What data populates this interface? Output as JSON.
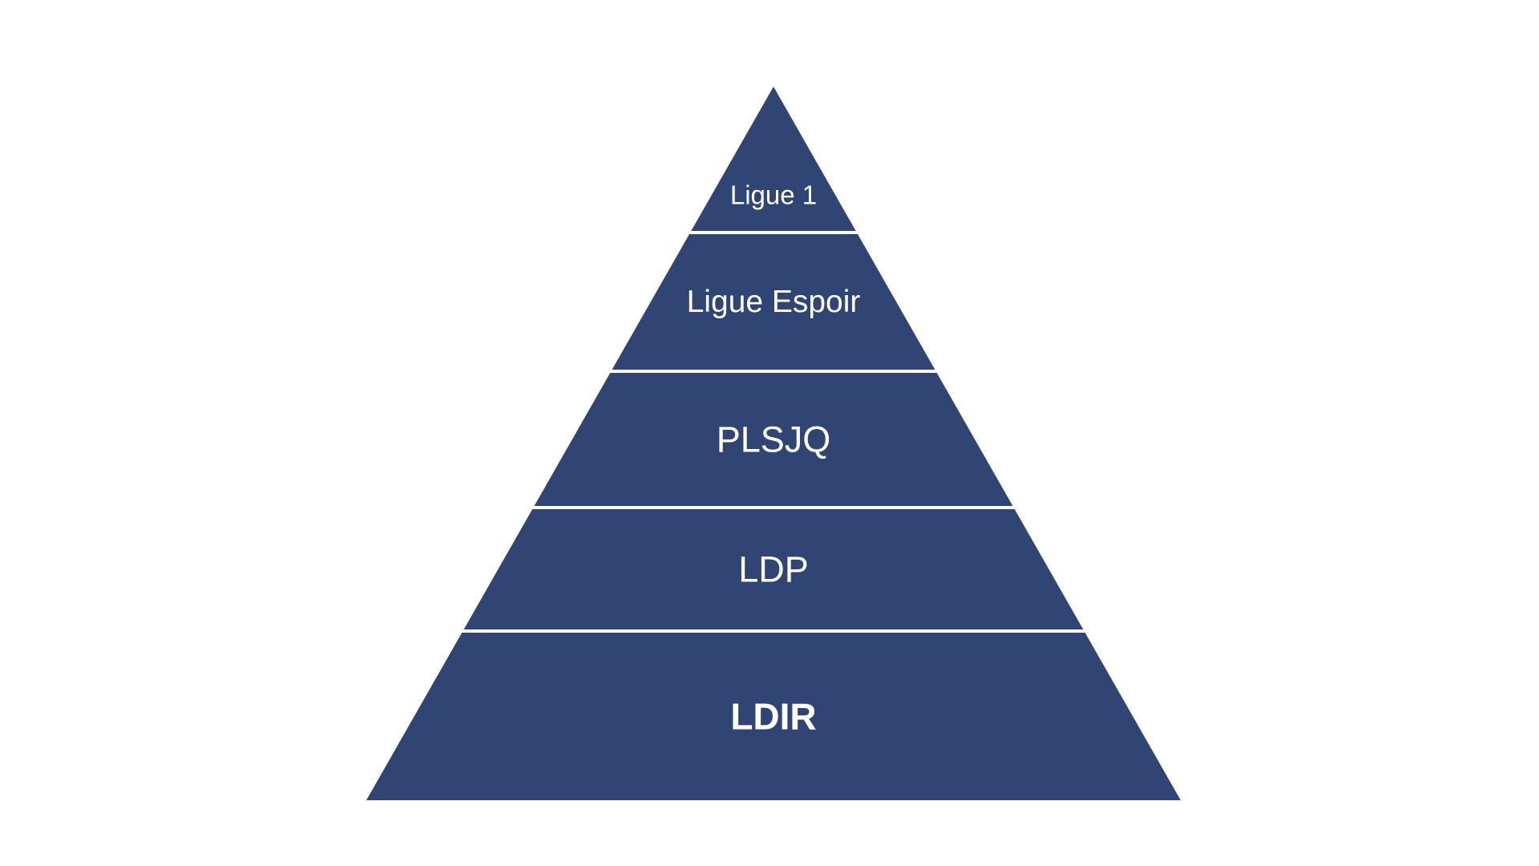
{
  "diagram": {
    "type": "pyramid",
    "fill_color": "#314574",
    "separator_color": "#ffffff",
    "label_color": "#ffffff",
    "tiers": [
      {
        "label": "Ligue 1",
        "bold": false
      },
      {
        "label": "Ligue Espoir",
        "bold": false
      },
      {
        "label": "PLSJQ",
        "bold": false
      },
      {
        "label": "LDP",
        "bold": false
      },
      {
        "label": "LDIR",
        "bold": true
      }
    ]
  }
}
